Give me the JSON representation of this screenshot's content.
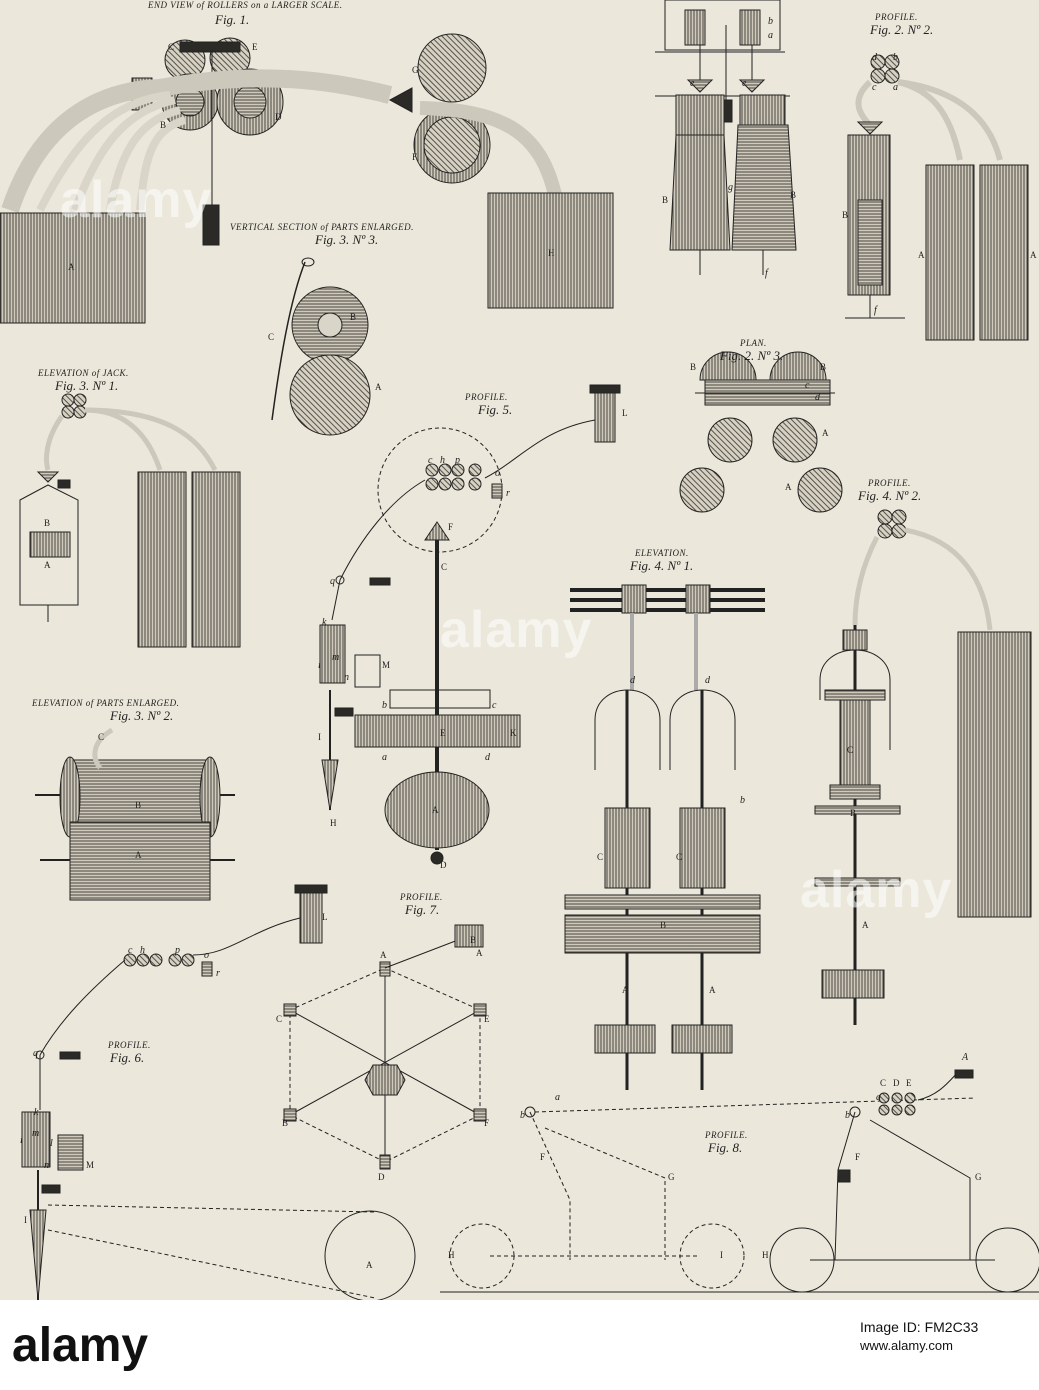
{
  "captions": {
    "fig1_title": "END VIEW of ROLLERS on a LARGER SCALE.",
    "fig1": "Fig. 1.",
    "fig2n2_title": "PROFILE.",
    "fig2n2": "Fig. 2. Nº 2.",
    "fig3n3_title": "VERTICAL SECTION of PARTS ENLARGED.",
    "fig3n3": "Fig. 3. Nº 3.",
    "fig2n3_title": "PLAN.",
    "fig2n3": "Fig. 2. Nº 3.",
    "fig3n1_title": "ELEVATION of JACK.",
    "fig3n1": "Fig. 3. Nº 1.",
    "fig5_title": "PROFILE.",
    "fig5": "Fig. 5.",
    "fig4n2_title": "PROFILE.",
    "fig4n2": "Fig. 4. Nº 2.",
    "fig4n1_title": "ELEVATION.",
    "fig4n1": "Fig. 4. Nº 1.",
    "fig3n2_title": "ELEVATION of PARTS ENLARGED.",
    "fig3n2": "Fig. 3. Nº 2.",
    "fig7_title": "PROFILE.",
    "fig7": "Fig. 7.",
    "fig6_title": "PROFILE.",
    "fig6": "Fig. 6.",
    "fig8_title": "PROFILE.",
    "fig8": "Fig. 8."
  },
  "labels": {
    "C": "C",
    "E": "E",
    "B": "B",
    "D": "D",
    "G": "G",
    "F": "F",
    "H": "H",
    "A": "A",
    "I": "I",
    "K": "K",
    "L": "L",
    "M": "M",
    "a": "a",
    "b": "b",
    "c": "c",
    "d": "d",
    "e": "e",
    "f": "f",
    "g": "g",
    "h": "h",
    "i": "i",
    "k": "k",
    "l": "l",
    "m": "m",
    "n": "n",
    "o": "o",
    "p": "p",
    "q": "q",
    "r": "r"
  },
  "watermark": "alamy",
  "footer": {
    "logo": "alamy",
    "image_id_label": "Image ID: FM2C33",
    "url": "www.alamy.com"
  }
}
